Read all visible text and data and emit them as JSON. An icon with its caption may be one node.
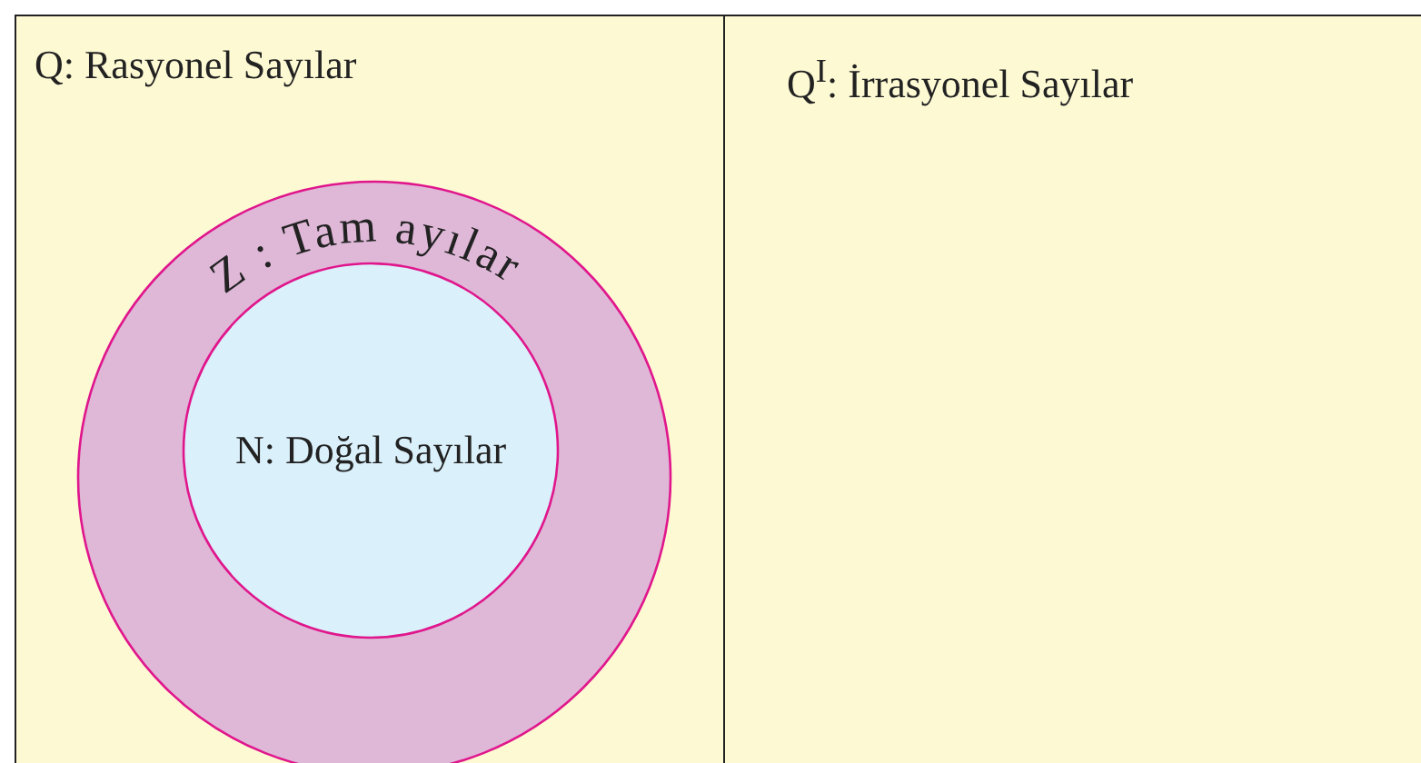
{
  "diagram": {
    "nodes": [
      {
        "text": [
          "Q: Rasyonel Sayılar"
        ]
      },
      {
        "text": [
          "Z : Tam ayılar"
        ],
        "in": 0
      },
      {
        "text": [
          "N: Doğal Sayılar"
        ],
        "in": 1
      },
      {
        "text": [
          "Q$^{I}$: İrrasyonel Sayılar"
        ]
      }
    ],
    "edges": []
  }
}
